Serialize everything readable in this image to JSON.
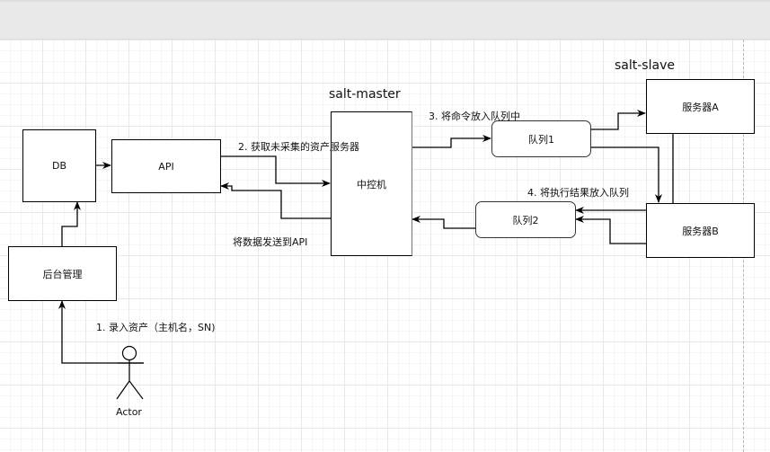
{
  "groups": {
    "master_label": "salt-master",
    "slave_label": "salt-slave"
  },
  "nodes": {
    "db": "DB",
    "api": "API",
    "admin": "后台管理",
    "controller": "中控机",
    "queue1": "队列1",
    "queue2": "队列2",
    "server_a": "服务器A",
    "server_b": "服务器B",
    "actor": "Actor"
  },
  "edge_labels": {
    "step1": "1. 录入资产（主机名，SN)",
    "step2": "2. 获取未采集的资产服务器",
    "send_to_api": "将数据发送到API",
    "step3": "3. 将命令放入队列中",
    "step4": "4. 将执行结果放入队列"
  },
  "colors": {
    "stroke": "#000000",
    "canvas": "#ffffff",
    "toolbar": "#e9e9e9"
  }
}
